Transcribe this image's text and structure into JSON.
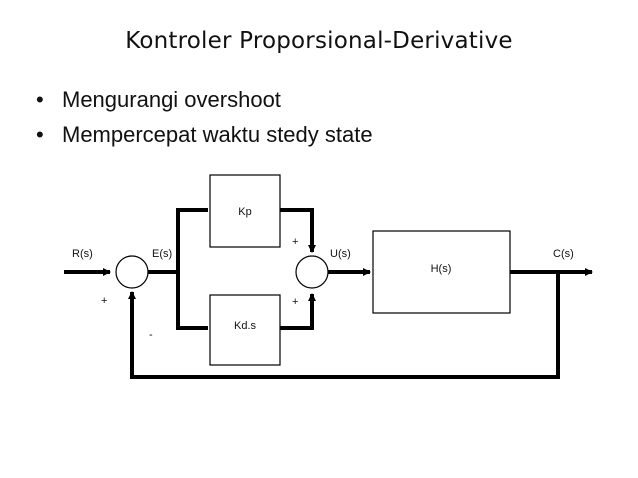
{
  "title": "Kontroler Proporsional-Derivative",
  "bullets": [
    "Mengurangi overshoot",
    "Mempercepat waktu stedy state"
  ],
  "diagram": {
    "input_label": "R(s)",
    "error_label": "E(s)",
    "control_label": "U(s)",
    "output_label": "C(s)",
    "blocks": {
      "proportional": "Kp",
      "derivative": "Kd.s",
      "plant": "H(s)"
    },
    "signs": {
      "sum1_input": "+",
      "sum1_feedback": "-",
      "sum2_top": "+",
      "sum2_bottom": "+"
    }
  }
}
